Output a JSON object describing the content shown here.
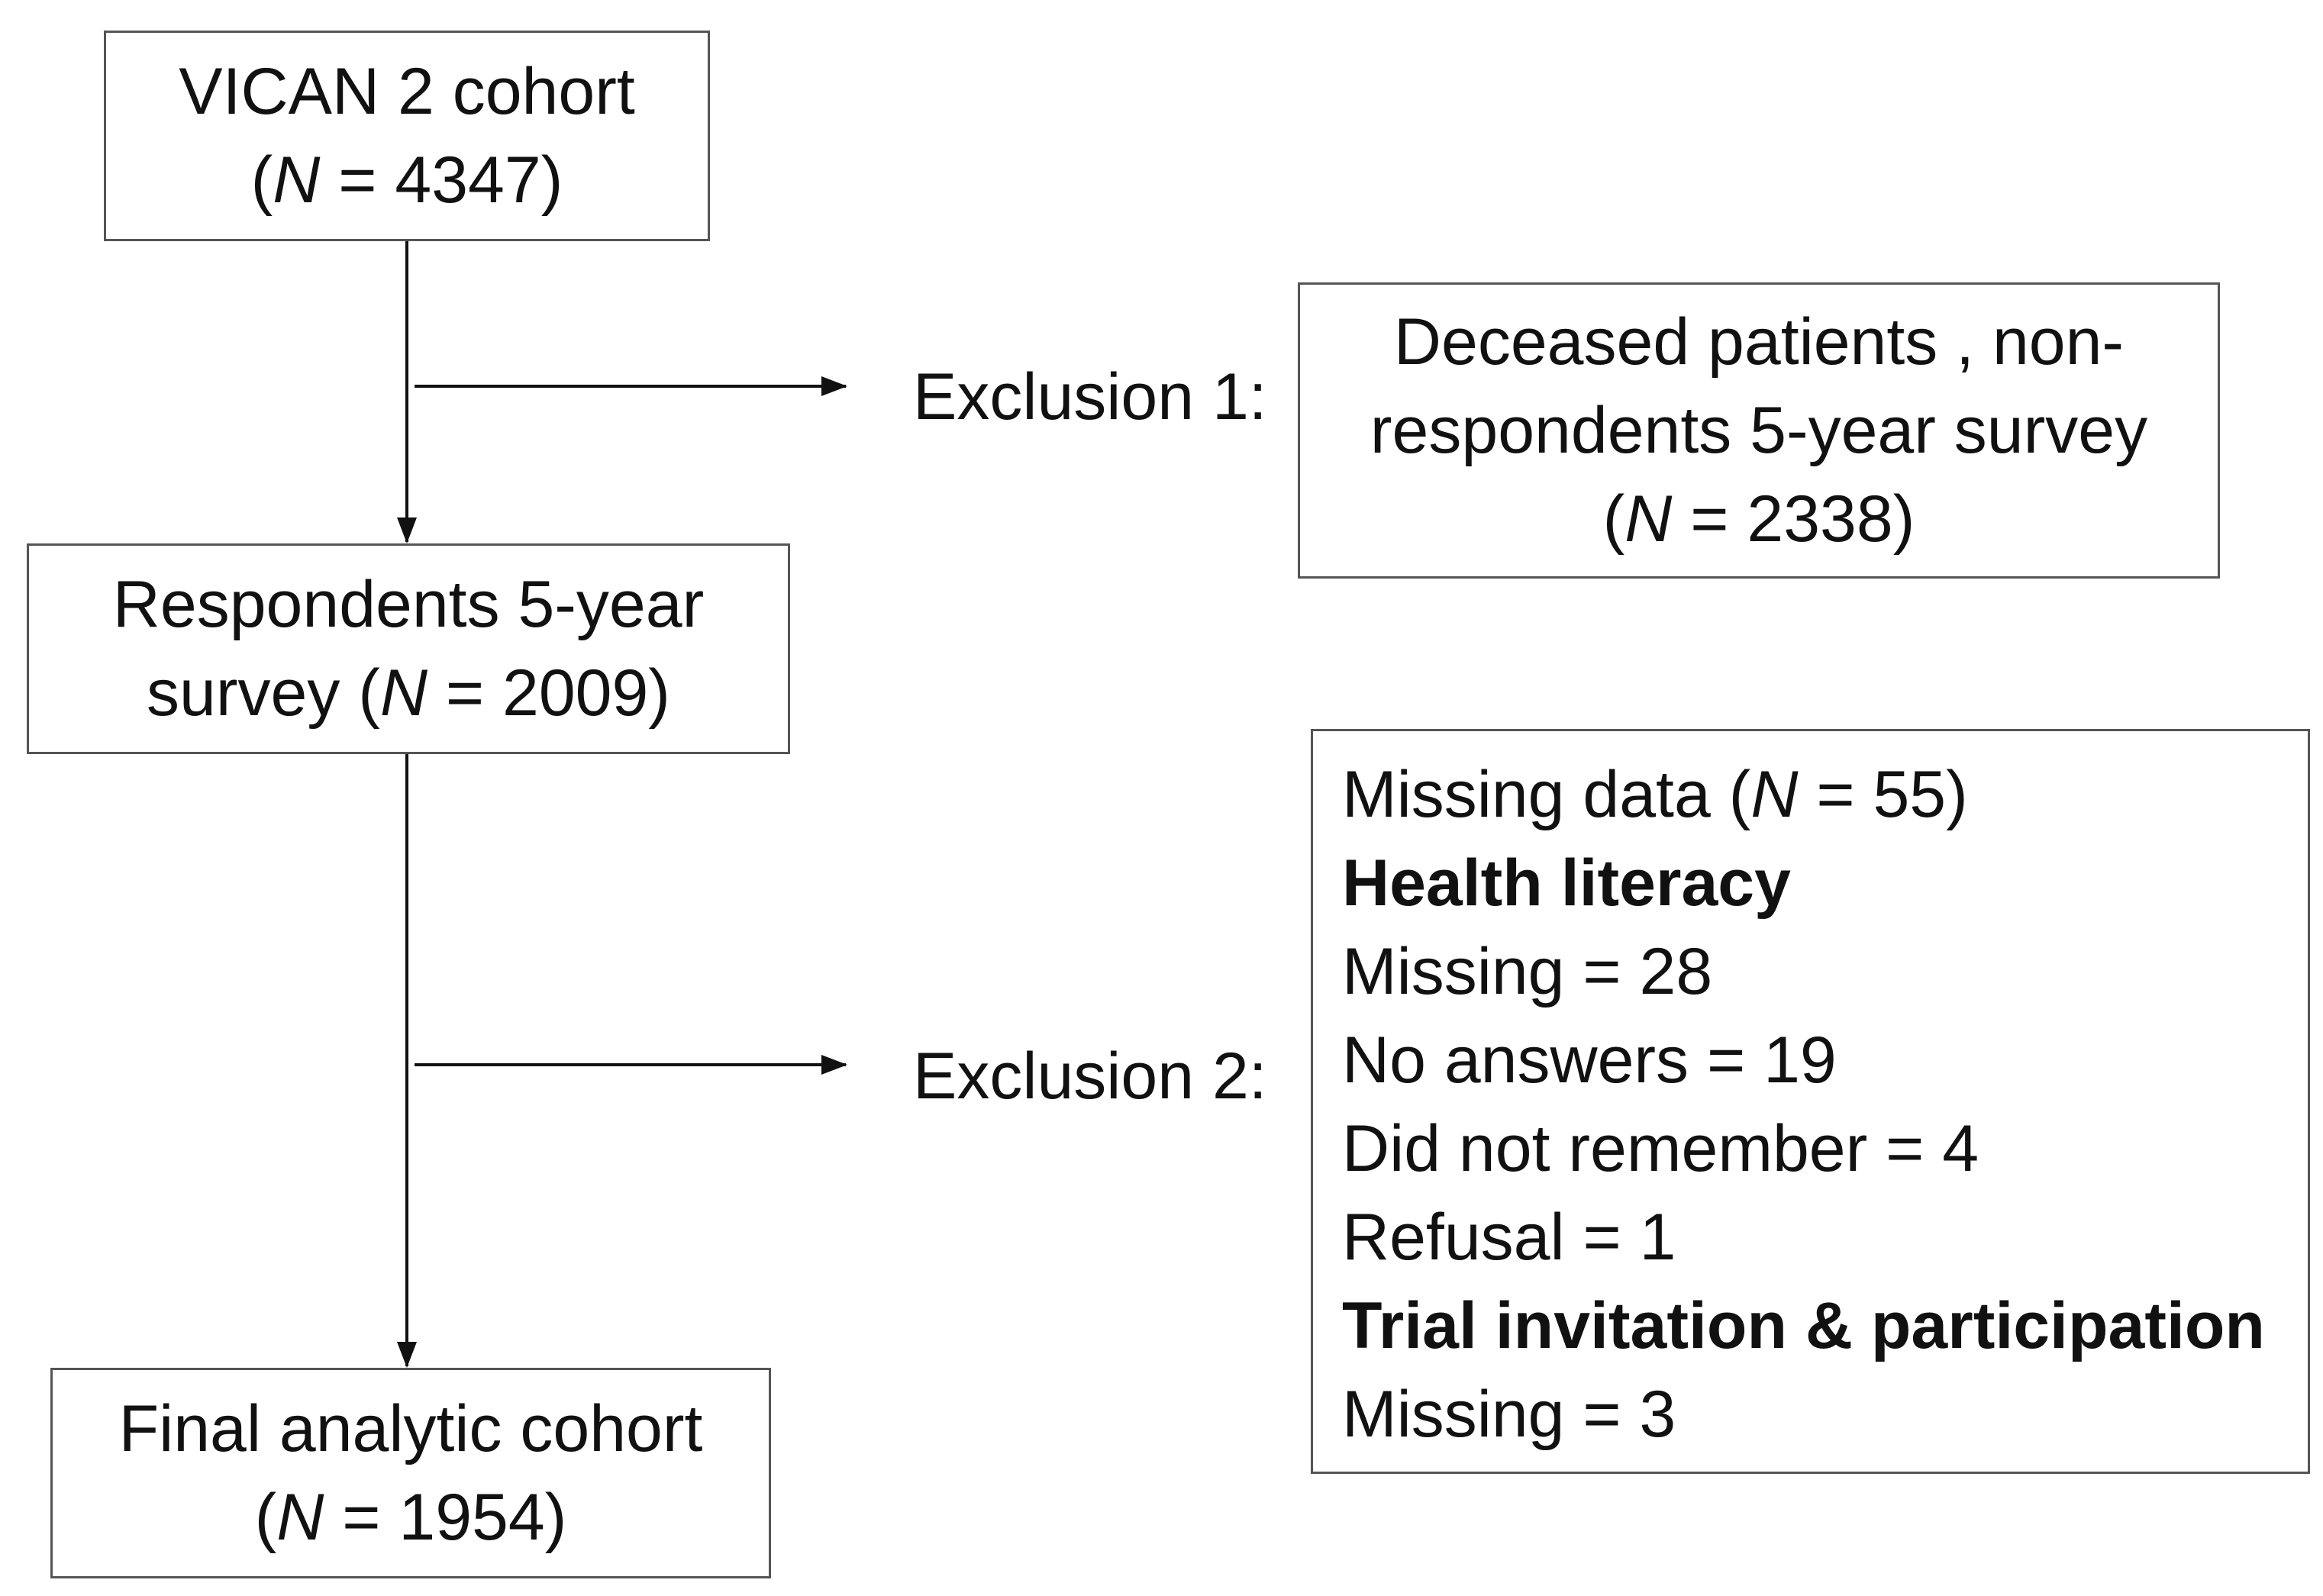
{
  "flowchart": {
    "cohort_box": {
      "line1": "VICAN 2 cohort",
      "n_open": "(",
      "n_symbol": "N",
      "n_rest": " = 4347)"
    },
    "exclusion1": {
      "label": "Exclusion 1:",
      "line1": "Deceased patients , non-",
      "line2": "respondents 5-year survey",
      "n_open": "(",
      "n_symbol": "N",
      "n_rest": " = 2338)"
    },
    "respondents_box": {
      "line1": "Respondents 5-year",
      "line2_pre": "survey (",
      "n_symbol": "N",
      "n_rest": " = 2009)"
    },
    "exclusion2": {
      "label": "Exclusion 2:",
      "missing_data_pre": "Missing data (",
      "missing_data_n": "N",
      "missing_data_rest": " = 55)",
      "health_literacy_heading": "Health literacy",
      "hl_missing": "Missing = 28",
      "hl_no_answers": "No answers = 19",
      "hl_did_not_remember": "Did not remember = 4",
      "hl_refusal": "Refusal = 1",
      "trial_heading": "Trial invitation & participation",
      "trial_missing": "Missing = 3"
    },
    "final_box": {
      "line1": "Final analytic cohort",
      "n_open": "(",
      "n_symbol": "N",
      "n_rest": " = 1954)"
    }
  }
}
